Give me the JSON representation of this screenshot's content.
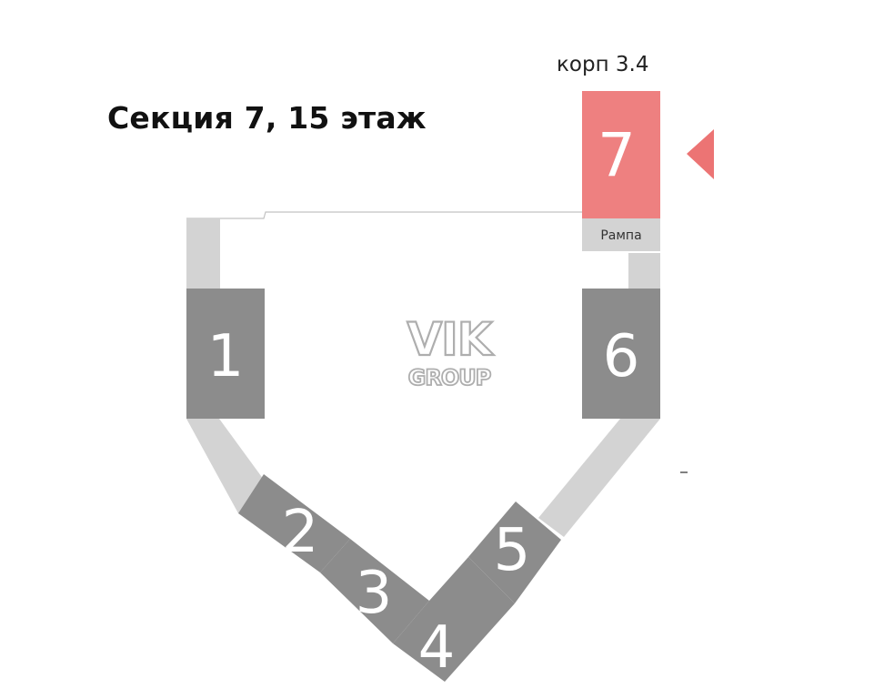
{
  "title": "Секция 7, 15 этаж",
  "building_label": "корп 3.4",
  "ramp_label": "Рампа",
  "watermark": {
    "line1": "VIK",
    "line2": "GROUP"
  },
  "sections": [
    {
      "label": "1",
      "selected": false
    },
    {
      "label": "2",
      "selected": false
    },
    {
      "label": "3",
      "selected": false
    },
    {
      "label": "4",
      "selected": false
    },
    {
      "label": "5",
      "selected": false
    },
    {
      "label": "6",
      "selected": false
    },
    {
      "label": "7",
      "selected": true
    }
  ],
  "colors": {
    "section": "#8c8c8c",
    "section_selected": "#ee8080",
    "connector": "#d3d3d3",
    "marker": "#ec7474",
    "outline": "#c2c2c2"
  }
}
